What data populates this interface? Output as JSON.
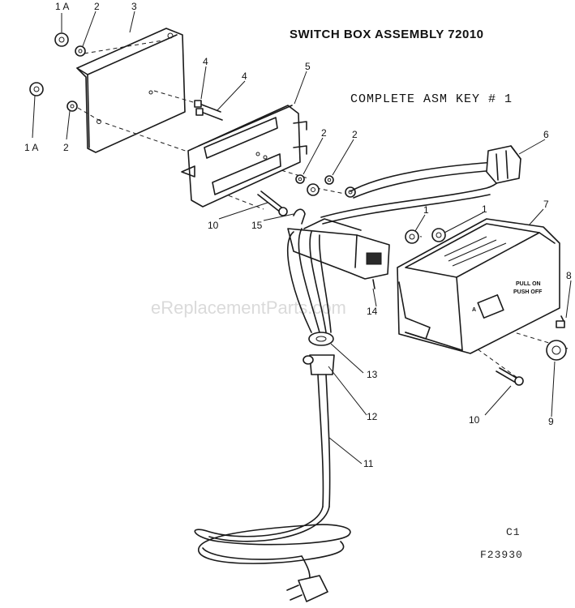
{
  "diagram": {
    "title": "SWITCH BOX ASSEMBLY 72010",
    "subtitle": "COMPLETE ASM KEY # 1",
    "watermark": "eReplacementParts.com",
    "reference": [
      "C1",
      "F23930"
    ],
    "switch_text": [
      "PULL ON",
      "PUSH OFF"
    ],
    "callouts": [
      "1 A",
      "2",
      "3",
      "1 A",
      "2",
      "4",
      "4",
      "5",
      "2",
      "2",
      "6",
      "1",
      "1",
      "7",
      "10",
      "15",
      "14",
      "8",
      "13",
      "12",
      "10",
      "9",
      "11"
    ]
  }
}
